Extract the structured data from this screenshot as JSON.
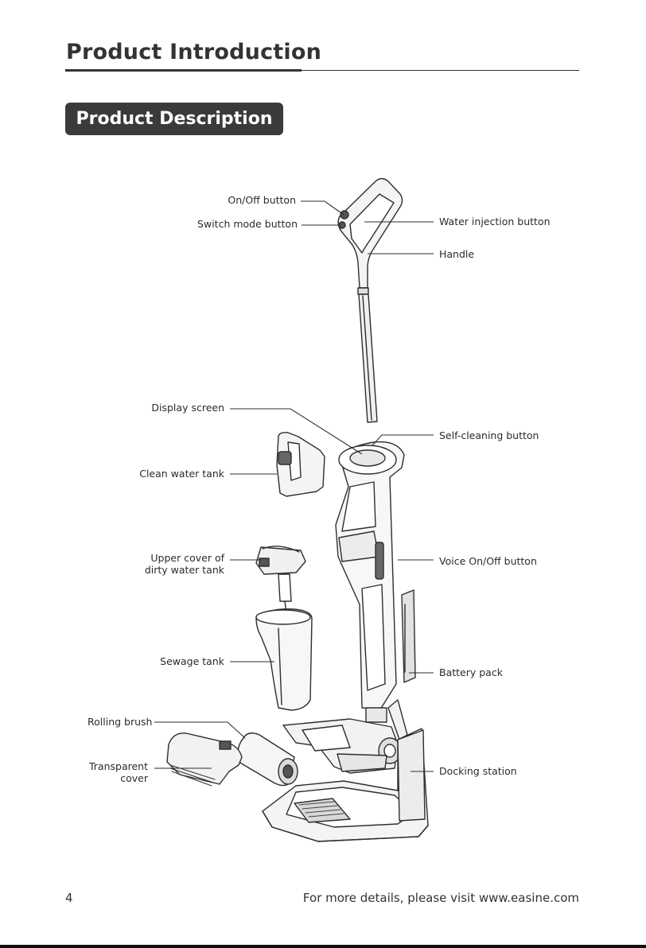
{
  "header": {
    "title": "Product Introduction",
    "section": "Product Description"
  },
  "labels": {
    "onoff": "On/Off button",
    "switch_mode": "Switch mode button",
    "water_injection": "Water injection button",
    "handle": "Handle",
    "display": "Display screen",
    "self_cleaning": "Self-cleaning button",
    "clean_tank": "Clean water tank",
    "upper_cover_line1": "Upper cover of",
    "upper_cover_line2": "dirty water tank",
    "voice": "Voice On/Off button",
    "sewage": "Sewage tank",
    "battery": "Battery pack",
    "rolling_brush": "Rolling brush",
    "transparent_line1": "Transparent",
    "transparent_line2": "cover",
    "docking": "Docking station"
  },
  "footer": {
    "page_number": "4",
    "text": "For more details, please visit www.easine.com"
  }
}
